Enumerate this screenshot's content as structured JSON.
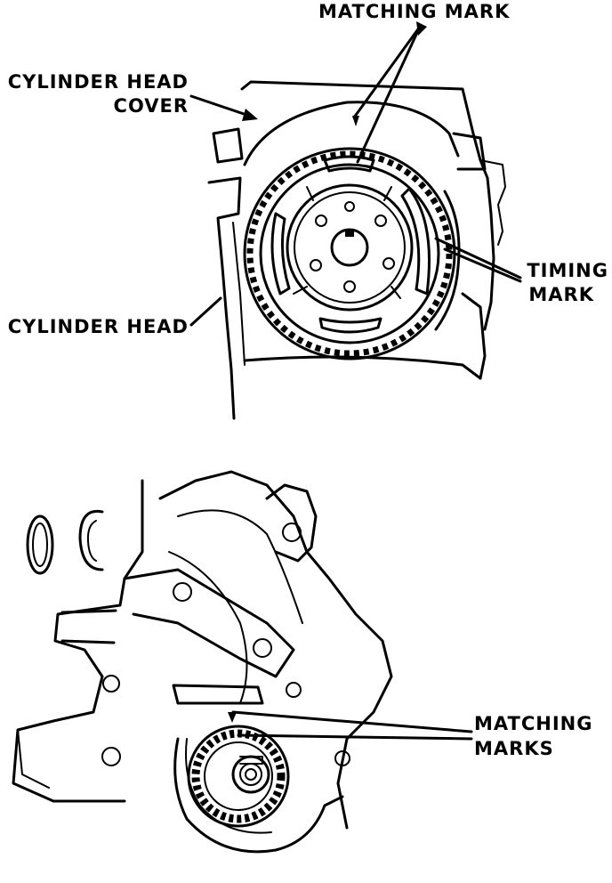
{
  "labels": {
    "matching_mark": "MATCHING MARK",
    "cylinder_head_cover_1": "CYLINDER HEAD",
    "cylinder_head_cover_2": "COVER",
    "timing_mark_1": "TIMING",
    "timing_mark_2": "MARK",
    "cylinder_head": "CYLINDER HEAD",
    "matching_marks_1": "MATCHING",
    "matching_marks_2": "MARKS"
  }
}
